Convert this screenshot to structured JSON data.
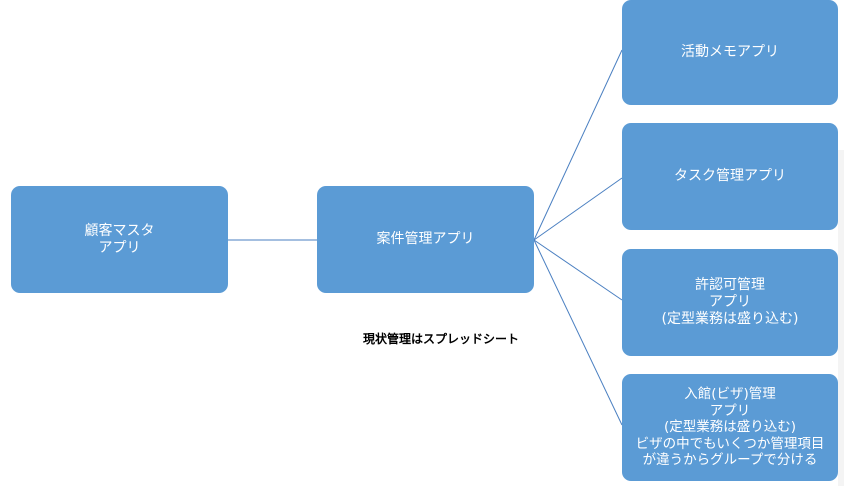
{
  "nodes": {
    "customer": {
      "label": "顧客マスタ\nアプリ"
    },
    "case": {
      "label": "案件管理アプリ"
    },
    "activity": {
      "label": "活動メモアプリ"
    },
    "task": {
      "label": "タスク管理アプリ"
    },
    "permit": {
      "label": "許認可管理\nアプリ\n(定型業務は盛り込む)"
    },
    "visa": {
      "label": "入館(ビザ)管理\nアプリ\n(定型業務は盛り込む)\nビザの中でもいくつか管理項目\nが違うからグループで分ける"
    }
  },
  "caption": "現状管理はスプレッドシート",
  "colors": {
    "box_fill": "#5b9bd5",
    "edge": "#4a7fc1",
    "text": "#ffffff"
  }
}
